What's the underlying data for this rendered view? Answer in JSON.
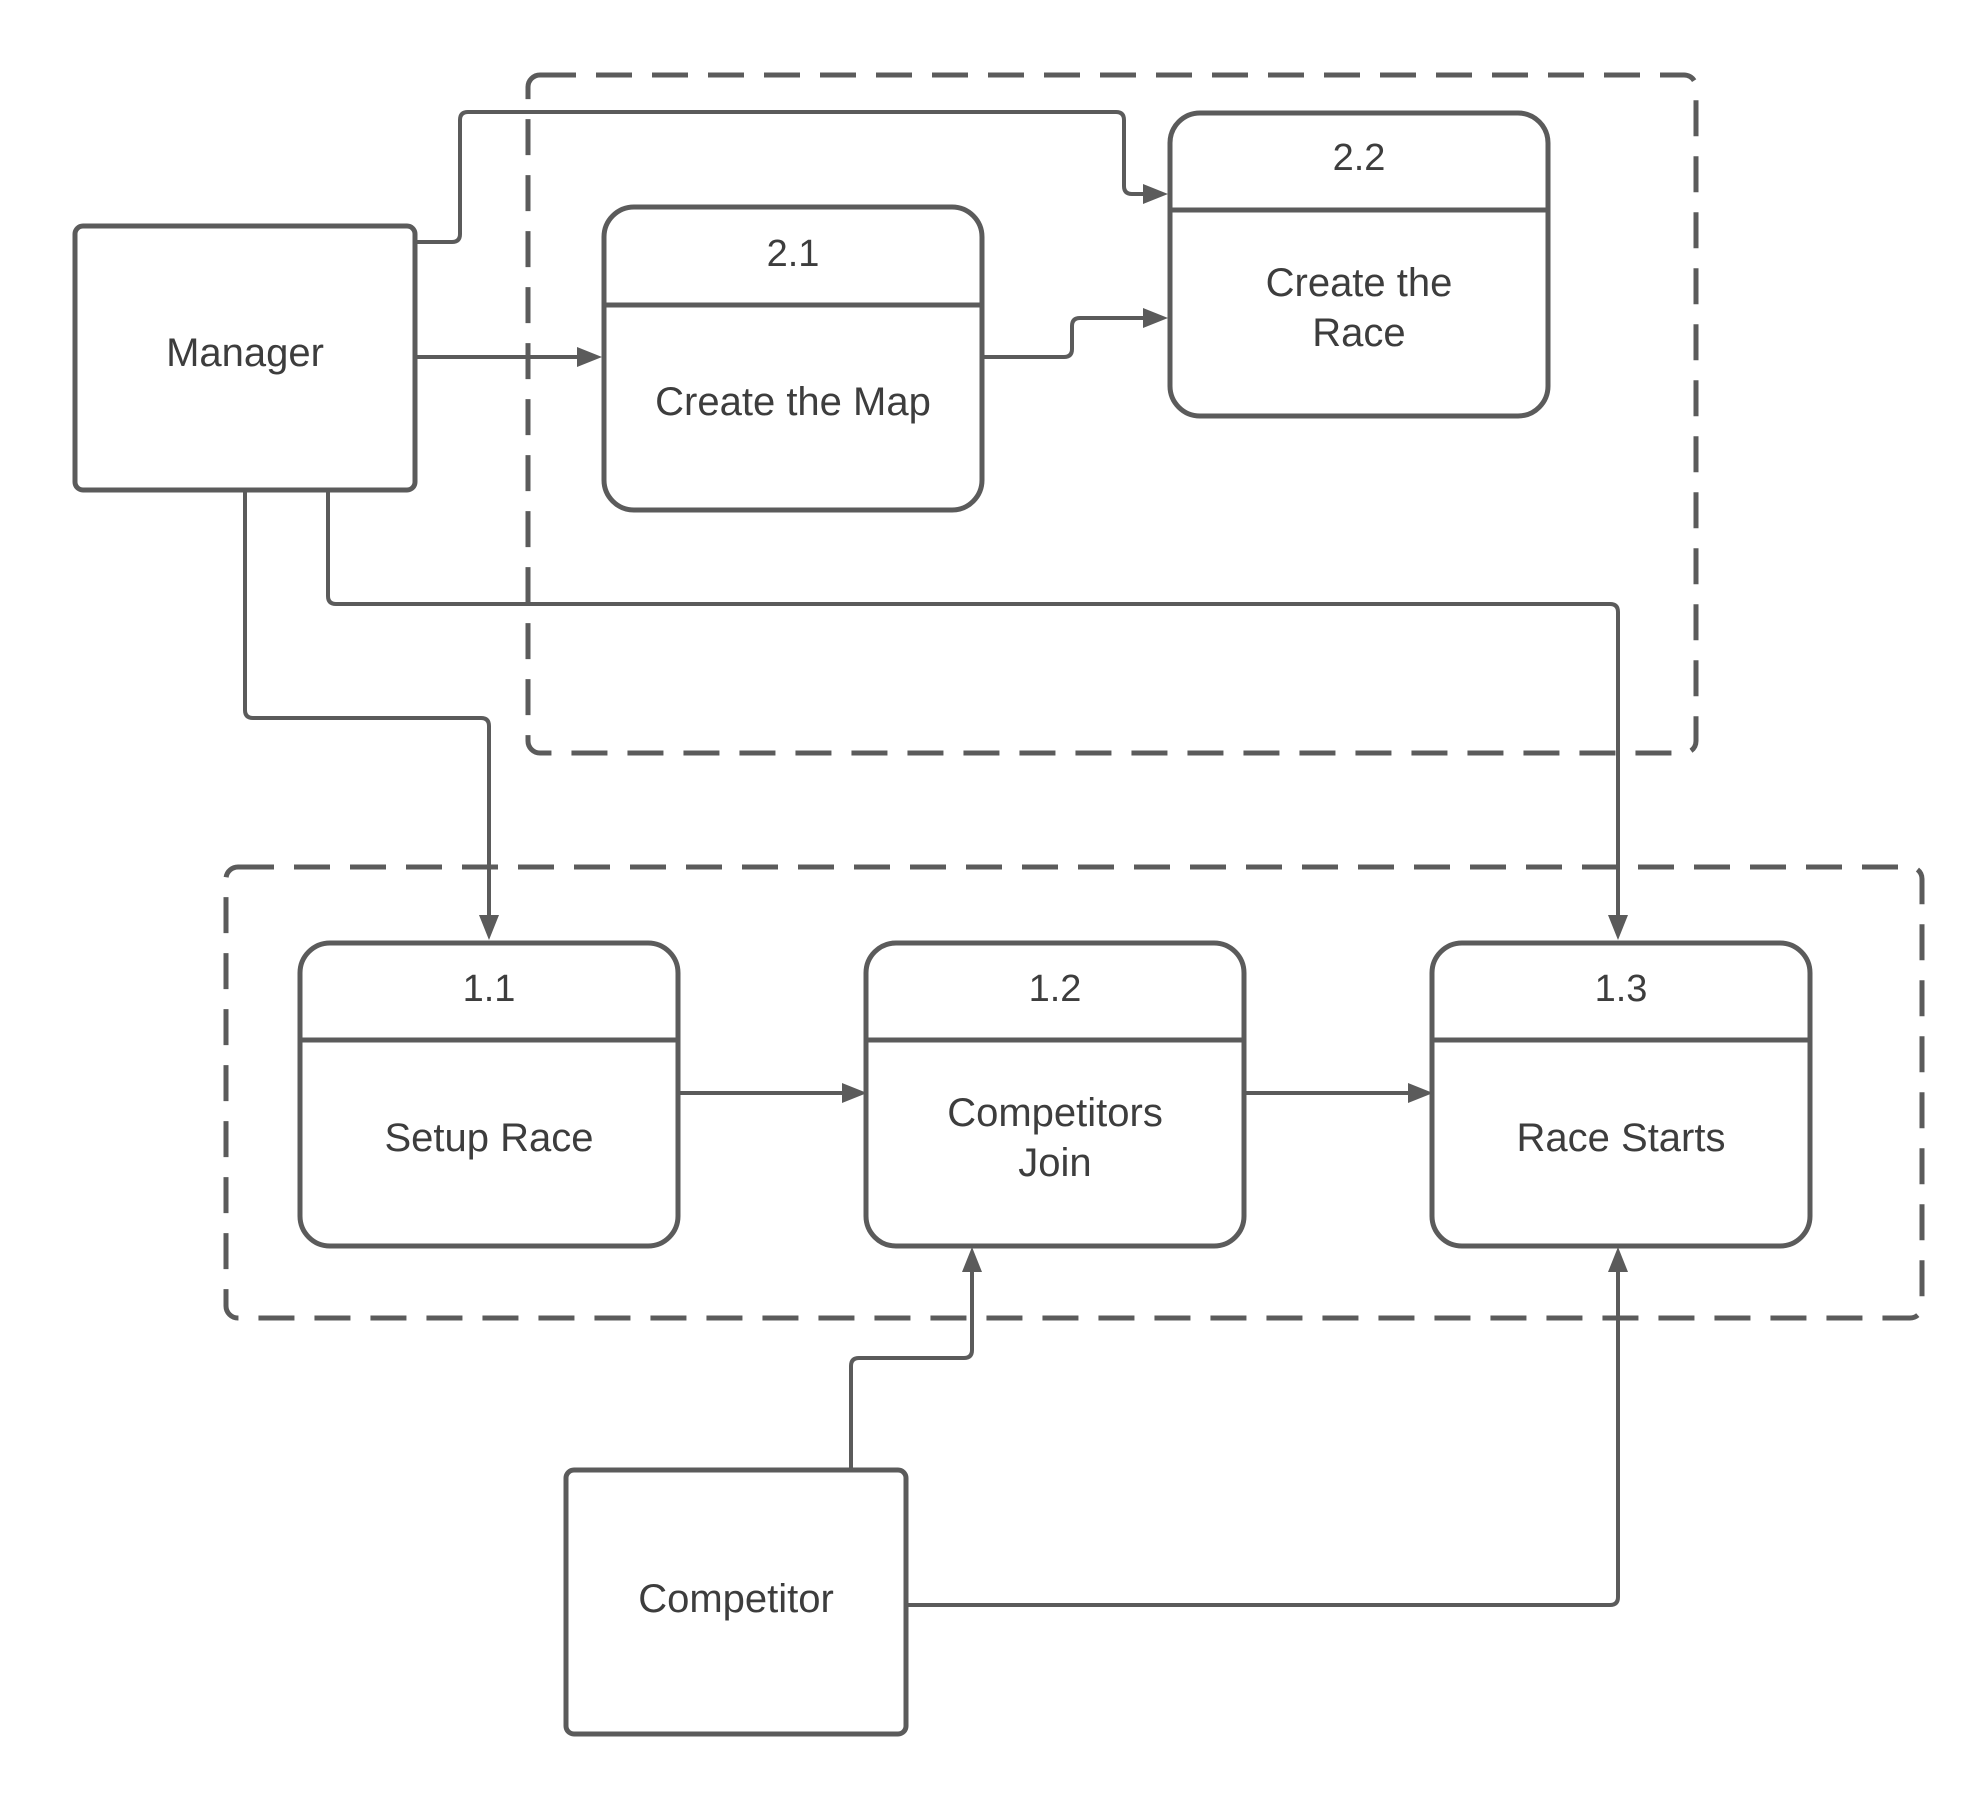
{
  "entities": {
    "manager": "Manager",
    "competitor": "Competitor"
  },
  "processes": {
    "p2_1": {
      "id": "2.1",
      "lines": [
        "Create the Map"
      ]
    },
    "p2_2": {
      "id": "2.2",
      "lines": [
        "Create the",
        "Race"
      ]
    },
    "p1_1": {
      "id": "1.1",
      "lines": [
        "Setup Race"
      ]
    },
    "p1_2": {
      "id": "1.2",
      "lines": [
        "Competitors",
        "Join"
      ]
    },
    "p1_3": {
      "id": "1.3",
      "lines": [
        "Race Starts"
      ]
    }
  },
  "colors": {
    "stroke": "#5b5b5b",
    "text": "#3d3d3d",
    "background": "#ffffff"
  }
}
